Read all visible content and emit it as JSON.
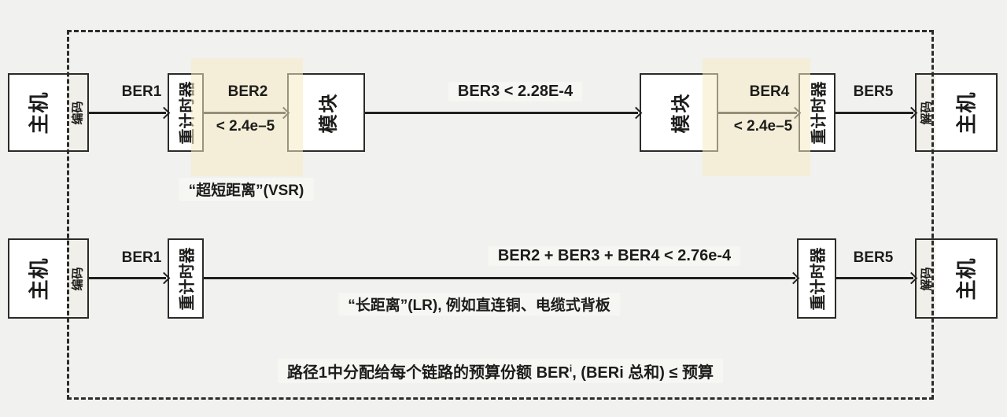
{
  "colors": {
    "background": "#f1f1ef",
    "box_fill": "#ffffff",
    "box_border": "#2b2b28",
    "codec_strip_fill": "#f0efe9",
    "vsr_highlight": "#f6ebc5",
    "arrow_black": "#1f1f1d",
    "arrow_under_highlight": "#8b8772",
    "label_band": "#f6f6f3",
    "text": "#1c1c1a"
  },
  "top_path": {
    "host_left": {
      "main": "主机",
      "codec": "编码"
    },
    "retimer_left": "重计时器",
    "module_left": "模块",
    "module_right": "模块",
    "retimer_right": "重计时器",
    "host_right": {
      "main": "主机",
      "codec": "解码"
    },
    "link1": "BER1",
    "link2": {
      "label": "BER2",
      "limit": "< 2.4e–5"
    },
    "link3": "BER3 < 2.28E-4",
    "link4": {
      "label": "BER4",
      "limit": "< 2.4e–5"
    },
    "link5": "BER5",
    "vsr_caption": "“超短距离”(VSR)"
  },
  "bottom_path": {
    "host_left": {
      "main": "主机",
      "codec": "编码"
    },
    "retimer_left": "重计时器",
    "retimer_right": "重计时器",
    "host_right": {
      "main": "主机",
      "codec": "解码"
    },
    "link1": "BER1",
    "link_mid": "BER2 + BER3 + BER4 < 2.76e-4",
    "link5": "BER5",
    "lr_caption": "“长距离”(LR), 例如直连铜、电缆式背板"
  },
  "footer": {
    "prefix": "路径1中分配给每个链路的预算份额 BER",
    "superscript": "i",
    "suffix": ", (BERi 总和) ≤ 预算"
  }
}
